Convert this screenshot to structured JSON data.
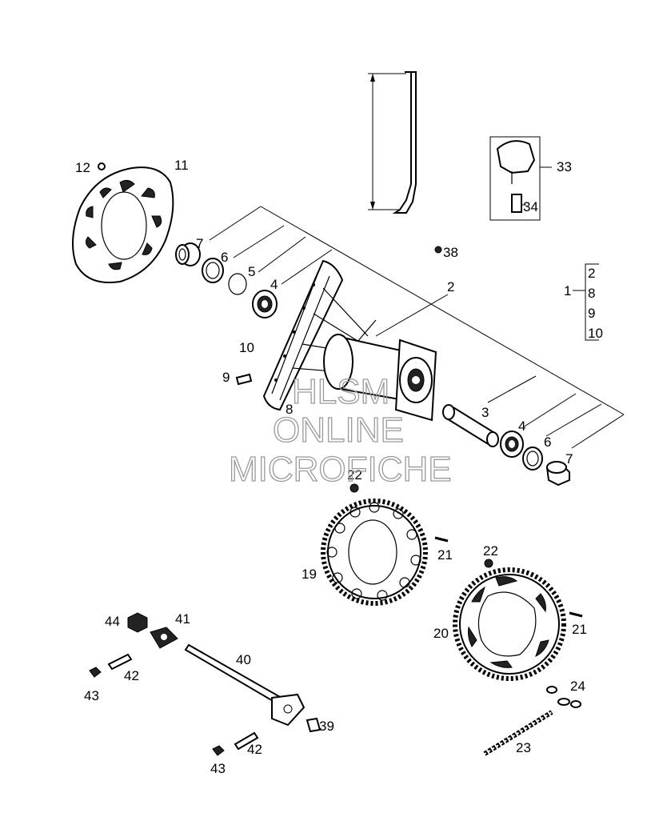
{
  "parts": {
    "p2": "2",
    "p2b": "2",
    "p3": "3",
    "p4a": "4",
    "p4b": "4",
    "p5": "5",
    "p6a": "6",
    "p6b": "6",
    "p7a": "7",
    "p7b": "7",
    "p8": "8",
    "p8b": "8",
    "p9": "9",
    "p9b": "9",
    "p10": "10",
    "p10b": "10",
    "p1": "1",
    "p11": "11",
    "p12": "12",
    "p19": "19",
    "p20": "20",
    "p21a": "21",
    "p21b": "21",
    "p22a": "22",
    "p22b": "22",
    "p23": "23",
    "p24": "24",
    "p33": "33",
    "p34": "34",
    "p38": "38",
    "p39": "39",
    "p40": "40",
    "p41": "41",
    "p42a": "42",
    "p42b": "42",
    "p43a": "43",
    "p43b": "43",
    "p44": "44"
  },
  "watermark": {
    "line1": "HLSM",
    "line2": "ONLINE",
    "line3": "MICROFICHE"
  }
}
